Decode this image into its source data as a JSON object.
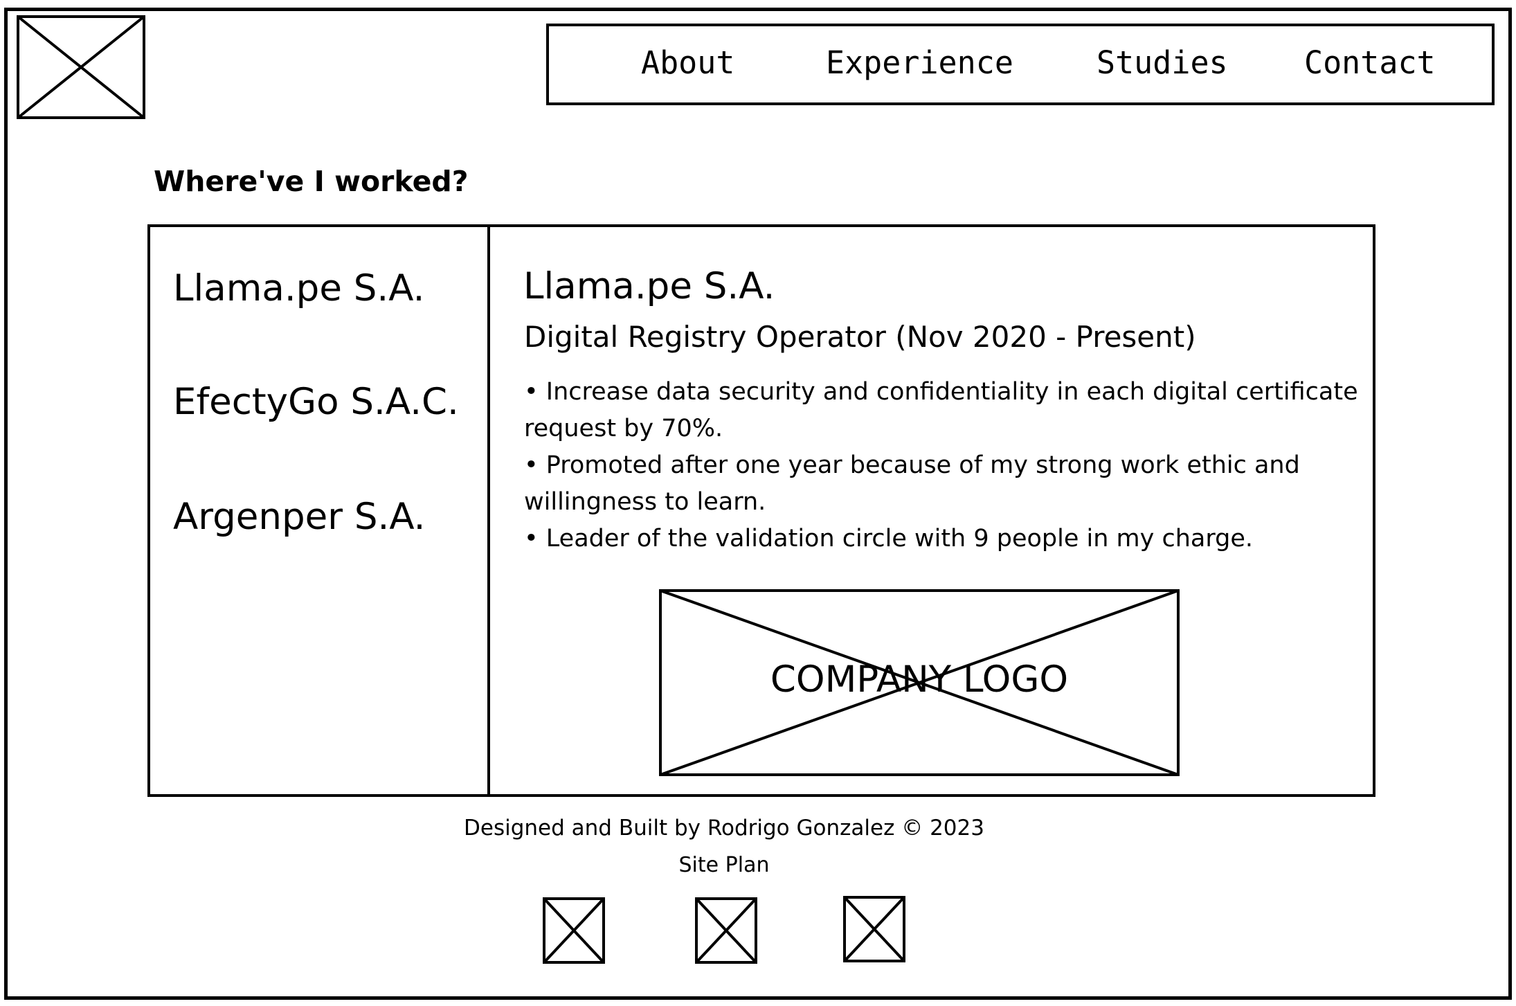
{
  "nav": {
    "items": [
      {
        "label": "About"
      },
      {
        "label": "Experience"
      },
      {
        "label": "Studies"
      },
      {
        "label": "Contact"
      }
    ]
  },
  "experience": {
    "title": "Where've I worked?",
    "companies": [
      {
        "label": "Llama.pe S.A."
      },
      {
        "label": "EfectyGo S.A.C."
      },
      {
        "label": "Argenper S.A."
      }
    ],
    "detail": {
      "company": "Llama.pe S.A.",
      "role": "Digital Registry Operator (Nov 2020 - Present)",
      "bullets": [
        "• Increase data security and confidentiality in each digital certificate request by 70%.",
        "• Promoted after one year because of my strong work ethic and willingness to learn.",
        "• Leader of the validation circle with 9 people in my charge."
      ],
      "logo_label": "COMPANY LOGO"
    }
  },
  "footer": {
    "credit": "Designed and Built by Rodrigo Gonzalez © 2023",
    "site_plan": "Site Plan"
  }
}
